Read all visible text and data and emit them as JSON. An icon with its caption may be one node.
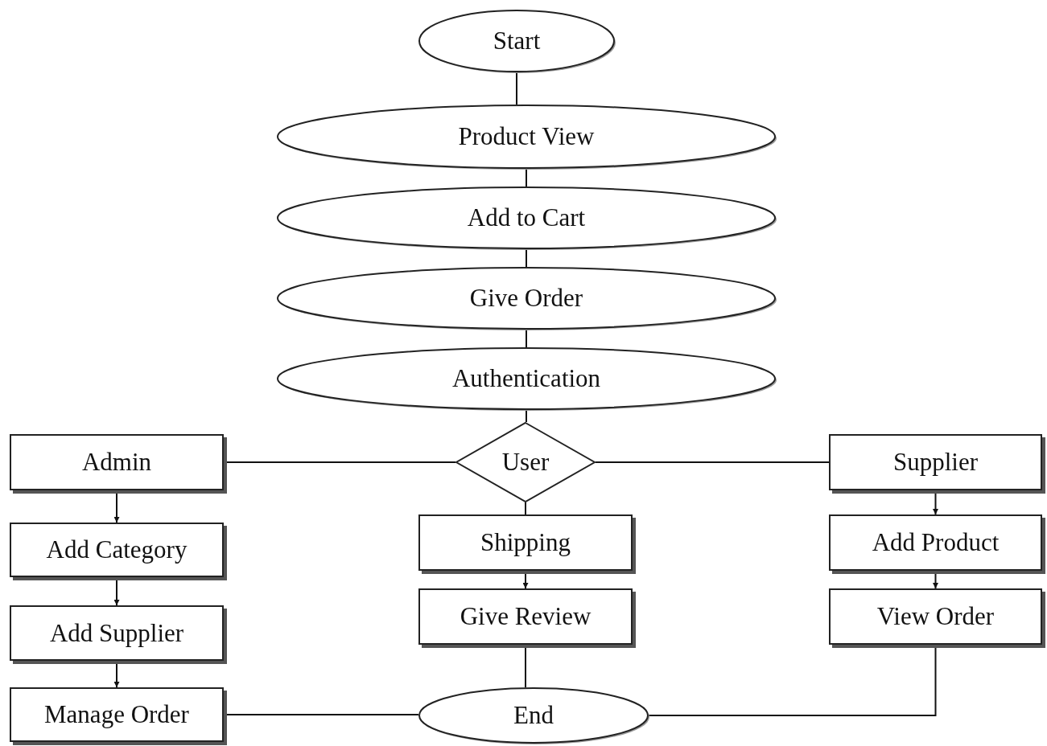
{
  "diagram": {
    "nodes": [
      {
        "text": [
          "Start"
        ]
      },
      {
        "text": [
          "Product View"
        ]
      },
      {
        "text": [
          "Add to Cart"
        ]
      },
      {
        "text": [
          "Give Order"
        ]
      },
      {
        "text": [
          "Authentication"
        ]
      },
      {
        "text": [
          "User"
        ]
      },
      {
        "text": [
          "Admin"
        ]
      },
      {
        "text": [
          "Supplier"
        ]
      },
      {
        "text": [
          "Add Category"
        ]
      },
      {
        "text": [
          "Shipping"
        ]
      },
      {
        "text": [
          "Add Product"
        ]
      },
      {
        "text": [
          "Add Supplier"
        ]
      },
      {
        "text": [
          "Give Review"
        ]
      },
      {
        "text": [
          "View Order"
        ]
      },
      {
        "text": [
          "Manage Order"
        ]
      },
      {
        "text": [
          "End"
        ]
      }
    ],
    "edges": [
      {
        "from": 0,
        "to": 1,
        "arrow": "none"
      },
      {
        "from": 1,
        "to": 2,
        "arrow": "none"
      },
      {
        "from": 2,
        "to": 3,
        "arrow": "none"
      },
      {
        "from": 3,
        "to": 4,
        "arrow": "none"
      },
      {
        "from": 4,
        "to": 5,
        "arrow": "none"
      },
      {
        "from": 5,
        "to": 6,
        "arrow": "none"
      },
      {
        "from": 5,
        "to": 7,
        "arrow": "none"
      },
      {
        "from": 5,
        "to": 9,
        "arrow": "none"
      },
      {
        "from": 6,
        "to": 8,
        "arrow": "to"
      },
      {
        "from": 8,
        "to": 11,
        "arrow": "to"
      },
      {
        "from": 11,
        "to": 14,
        "arrow": "to"
      },
      {
        "from": 7,
        "to": 10,
        "arrow": "to"
      },
      {
        "from": 10,
        "to": 13,
        "arrow": "to"
      },
      {
        "from": 9,
        "to": 12,
        "arrow": "to"
      },
      {
        "from": 12,
        "to": 15,
        "arrow": "none"
      },
      {
        "from": 14,
        "to": 15,
        "arrow": "none"
      },
      {
        "from": 13,
        "to": 15,
        "arrow": "none"
      }
    ]
  }
}
